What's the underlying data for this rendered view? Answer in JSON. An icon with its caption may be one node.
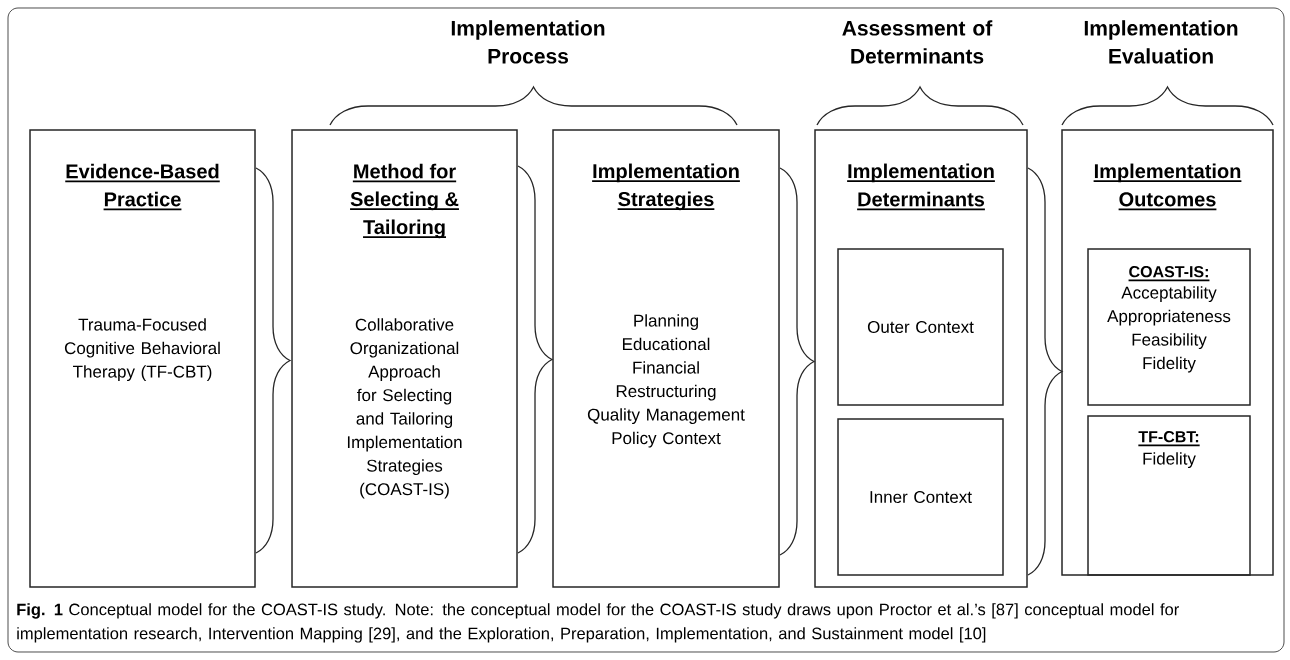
{
  "diagram": {
    "caption": "**Fig. 1** Conceptual model for the COAST-IS study. Note: the conceptual model for the COAST-IS study draws upon Proctor et al.’s [87] conceptual model for implementation research, Intervention Mapping [29], and the Exploration, Preparation, Implementation, and Sustainment model [10]",
    "nodes": [
      {
        "text": [
          "Evidence-Based Practice",
          "Trauma-Focused Cognitive Behavioral Therapy (TF-CBT)"
        ]
      },
      {
        "text": [
          "Method for Selecting & Tailoring",
          "Collaborative Organizational Approach for Selecting and Tailoring Implementation Strategies (COAST-IS)"
        ]
      },
      {
        "text": [
          "Implementation Strategies",
          "Planning",
          "Educational",
          "Financial",
          "Restructuring",
          "Quality Management",
          "Policy Context"
        ]
      },
      {
        "text": [
          "Implementation Determinants"
        ]
      },
      {
        "text": [
          "Outer Context"
        ],
        "in": 3
      },
      {
        "text": [
          "Inner Context"
        ],
        "in": 3
      },
      {
        "text": [
          "Implementation Outcomes"
        ]
      },
      {
        "text": [
          "COAST-IS:",
          "Acceptability",
          "Appropriateness",
          "Feasibility",
          "Fidelity"
        ],
        "in": 6
      },
      {
        "text": [
          "TF-CBT:",
          "Fidelity"
        ],
        "in": 6
      }
    ],
    "labels": [
      "Implementation Process",
      "Assessment of Determinants",
      "Implementation Evaluation"
    ]
  }
}
